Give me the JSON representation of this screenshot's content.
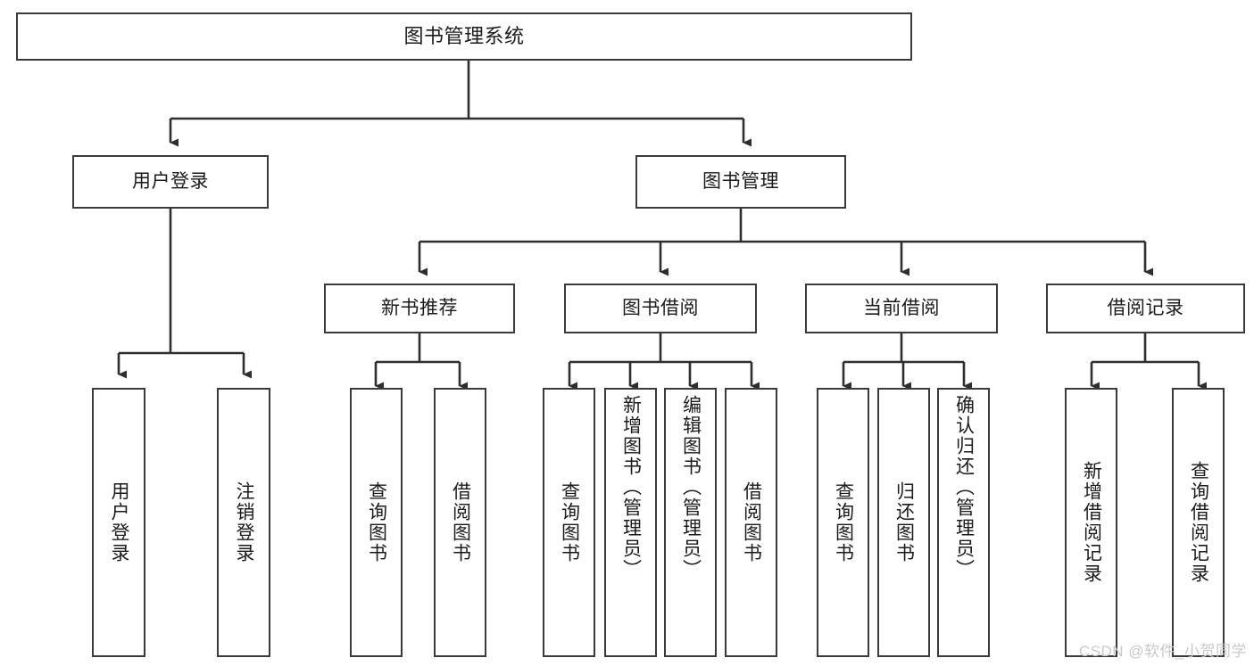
{
  "diagram": {
    "title": "图书管理系统",
    "type": "hierarchy-tree",
    "watermark": "CSDN @软件_小贺同学",
    "colors": {
      "box_border": "#3a3a3a",
      "box_fill": "#ffffff",
      "edge": "#2e2e2e",
      "text": "#1b1b1b",
      "watermark": "#c9c9c9",
      "background": "#ffffff"
    },
    "levels": {
      "level1": [
        {
          "id": "root",
          "label": "图书管理系统"
        }
      ],
      "level2": [
        {
          "id": "user-login",
          "label": "用户登录"
        },
        {
          "id": "book-manage",
          "label": "图书管理"
        }
      ],
      "level3": [
        {
          "id": "new-book-rec",
          "label": "新书推荐"
        },
        {
          "id": "book-borrow",
          "label": "图书借阅"
        },
        {
          "id": "current-borrow",
          "label": "当前借阅"
        },
        {
          "id": "borrow-record",
          "label": "借阅记录"
        }
      ],
      "leaves": [
        {
          "id": "leaf-user-login",
          "label": "用户登录",
          "parent": "user-login"
        },
        {
          "id": "leaf-user-logout",
          "label": "注销登录",
          "parent": "user-login"
        },
        {
          "id": "leaf-query-book-1",
          "label": "查询图书",
          "parent": "new-book-rec"
        },
        {
          "id": "leaf-borrow-book-1",
          "label": "借阅图书",
          "parent": "new-book-rec"
        },
        {
          "id": "leaf-query-book-2",
          "label": "查询图书",
          "parent": "book-borrow"
        },
        {
          "id": "leaf-add-book",
          "label": "新增图书（管理员）",
          "parent": "book-borrow"
        },
        {
          "id": "leaf-edit-book",
          "label": "编辑图书（管理员）",
          "parent": "book-borrow"
        },
        {
          "id": "leaf-borrow-book-2",
          "label": "借阅图书",
          "parent": "book-borrow"
        },
        {
          "id": "leaf-query-book-3",
          "label": "查询图书",
          "parent": "current-borrow"
        },
        {
          "id": "leaf-return-book",
          "label": "归还图书",
          "parent": "current-borrow"
        },
        {
          "id": "leaf-confirm-return",
          "label": "确认归还（管理员）",
          "parent": "current-borrow"
        },
        {
          "id": "leaf-add-record",
          "label": "新增借阅记录",
          "parent": "borrow-record"
        },
        {
          "id": "leaf-query-record",
          "label": "查询借阅记录",
          "parent": "borrow-record"
        }
      ]
    }
  }
}
